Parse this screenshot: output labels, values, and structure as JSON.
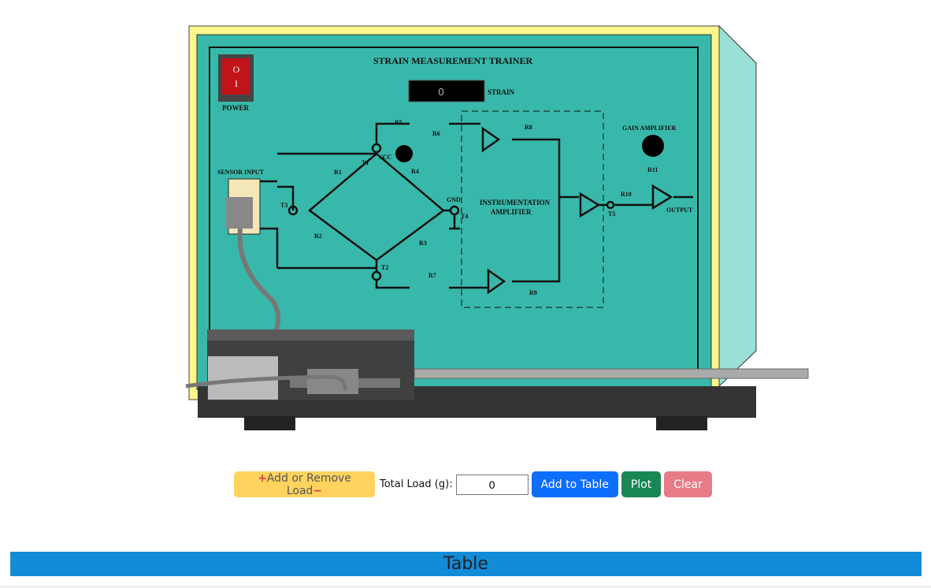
{
  "trainer": {
    "title": "STRAIN MEASUREMENT TRAINER",
    "power_label": "POWER",
    "power_on": "O",
    "power_off": "I",
    "strain_value": "0",
    "strain_label": "STRAIN",
    "sensor_input": "SENSOR INPUT",
    "vcc": "VCC",
    "gnd": "GND",
    "inst_amp_1": "INSTRUMENTATION",
    "inst_amp_2": "AMPLIFIER",
    "gain_amp": "GAIN AMPLIFIER",
    "output": "OUTPUT",
    "resistors": [
      "R1",
      "R2",
      "R3",
      "R4",
      "R5",
      "R6",
      "R7",
      "R8",
      "R9",
      "R10",
      "R11"
    ],
    "terminals": [
      "T1",
      "T2",
      "T3",
      "T4",
      "T5"
    ]
  },
  "controls": {
    "load_label": "Add or Remove Load",
    "plus": "+",
    "minus": "−",
    "total_load_label": "Total Load (g):",
    "total_load_value": "0",
    "add_to_table": "Add to Table",
    "plot": "Plot",
    "clear": "Clear"
  },
  "table": {
    "title": "Table"
  },
  "colors": {
    "panel": "#38b8aa",
    "frame": "#fff78c",
    "primary": "#0d6efd",
    "success": "#198754",
    "danger": "#e77c86",
    "warning": "#ffd35e",
    "header": "#128bd8"
  }
}
